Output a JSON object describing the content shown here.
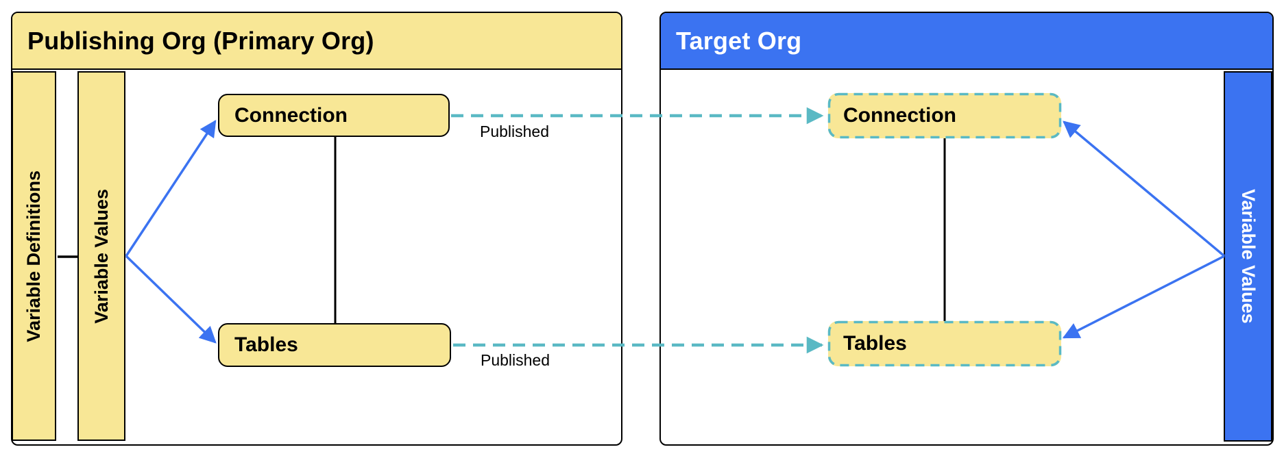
{
  "colors": {
    "panel_yellow": "#F8E796",
    "panel_blue": "#3B73F1",
    "arrow_blue": "#3B73F1",
    "published_teal": "#5AB9C4",
    "outline_black": "#000000"
  },
  "publishing_org": {
    "title": "Publishing Org (Primary Org)",
    "sidebars": [
      {
        "label": "Variable Definitions"
      },
      {
        "label": "Variable Values"
      }
    ],
    "nodes": [
      {
        "label": "Connection"
      },
      {
        "label": "Tables"
      }
    ]
  },
  "target_org": {
    "title": "Target Org",
    "sidebars": [
      {
        "label": "Variable Values"
      }
    ],
    "nodes": [
      {
        "label": "Connection"
      },
      {
        "label": "Tables"
      }
    ]
  },
  "edges": {
    "published_connection_label": "Published",
    "published_tables_label": "Published"
  }
}
